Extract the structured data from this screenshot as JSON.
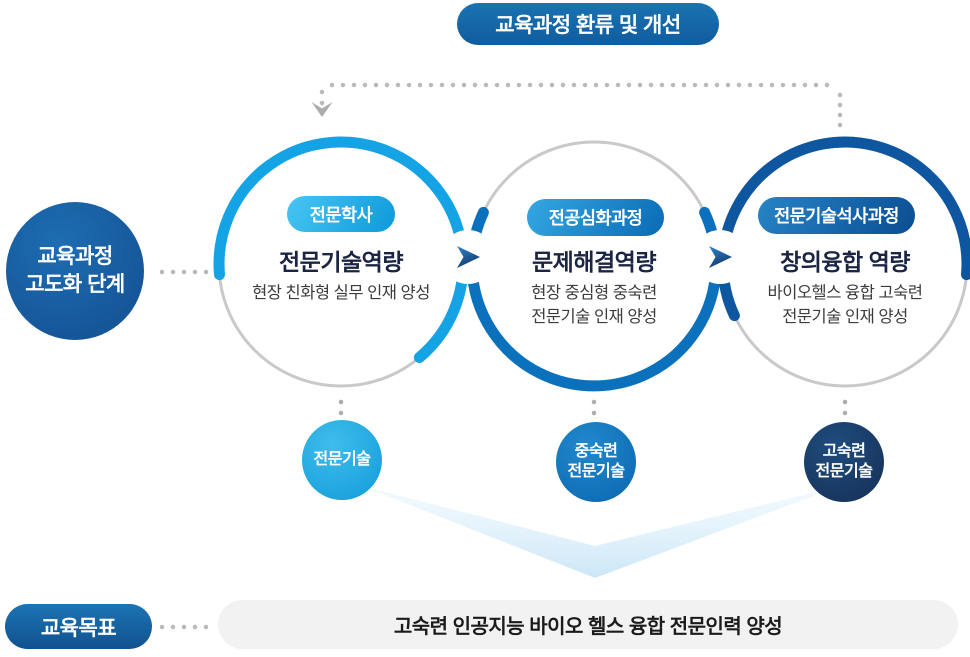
{
  "feedback_pill": {
    "label": "교육과정 환류 및 개선"
  },
  "left_circle": {
    "lines": [
      "교육과정",
      "고도화 단계"
    ]
  },
  "stages": [
    {
      "badge": "전문학사",
      "title": "전문기술역량",
      "desc_lines": [
        "현장 친화형 실무 인재 양성"
      ],
      "tag_lines": [
        "전문기술"
      ]
    },
    {
      "badge": "전공심화과정",
      "title": "문제해결역량",
      "desc_lines": [
        "현장 중심형 중숙련",
        "전문기술 인재 양성"
      ],
      "tag_lines": [
        "중숙련",
        "전문기술"
      ]
    },
    {
      "badge": "전문기술석사과정",
      "title": "창의융합 역량",
      "desc_lines": [
        "바이오헬스 융합 고숙련",
        "전문기술 인재 양성"
      ],
      "tag_lines": [
        "고숙련",
        "전문기술"
      ]
    }
  ],
  "goal": {
    "label": "교육목표",
    "text": "고숙련 인공지능 바이오 헬스 융합 전문인력 양성"
  },
  "colors": {
    "stage1_cyan": "#14A3E4",
    "stage2_blue": "#0C71BD",
    "stage3_dark_blue": "#0E56A0",
    "output3_navy": "#1A4270",
    "pill_blue": "#1667A9",
    "gray_arc": "#C9C9C9",
    "dot_gray": "#B9B9B9",
    "goal_bar_bg": "#F2F2F2",
    "funnel_light_blue": "#CBE7F7"
  }
}
